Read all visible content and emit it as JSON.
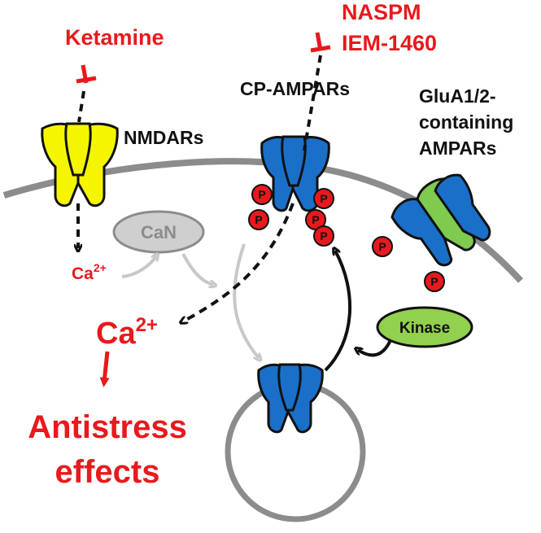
{
  "labels": {
    "ketamine": "Ketamine",
    "naspm": "NASPM",
    "iem": "IEM-1460",
    "cp_ampars": "CP-AMPARs",
    "nmdars": "NMDARs",
    "glua_line1": "GluA1/2-",
    "glua_line2": "containing",
    "glua_line3": "AMPARs",
    "can": "CaN",
    "ca_small": "Ca",
    "ca_small_sup": "2+",
    "ca_big": "Ca",
    "ca_big_sup": "2+",
    "antistress_line1": "Antistress",
    "antistress_line2": "effects",
    "kinase": "Kinase",
    "phospho": "P"
  },
  "colors": {
    "red": "#e8191c",
    "black": "#111111",
    "membrane": "#8c8c8c",
    "nmdar_yellow": "#f5f500",
    "ampar_blue": "#1a6fc9",
    "glua2_green": "#7ecb4f",
    "can_gray": "#cfcfcf",
    "kinase_green": "#92d050",
    "light_arrow": "#c8c8c8"
  }
}
